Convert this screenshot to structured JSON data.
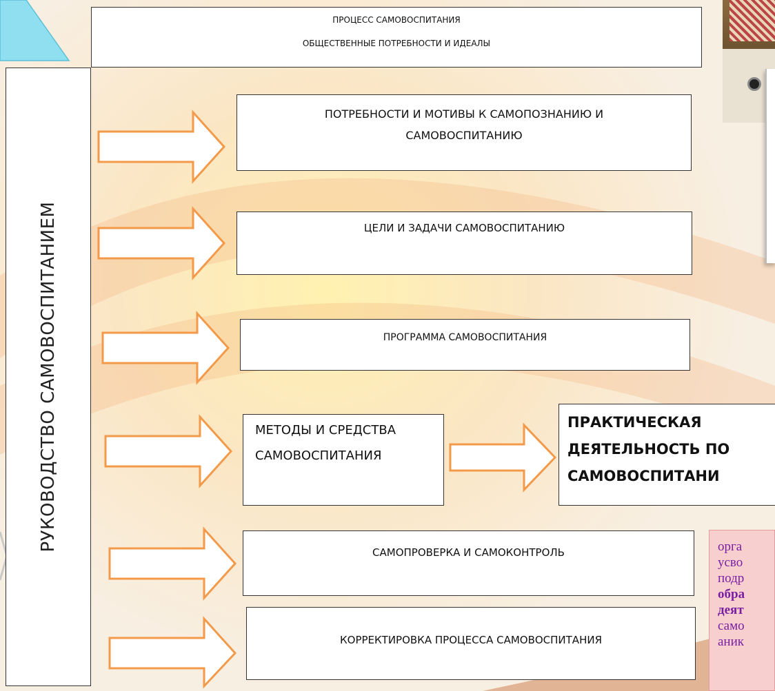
{
  "diagram": {
    "header": {
      "title": "ПРОЦЕСС САМОВОСПИТАНИЯ",
      "subtitle": "ОБЩЕСТВЕННЫЕ ПОТРЕБНОСТИ И ИДЕАЛЫ"
    },
    "side_label": "РУКОВОДСТВО  САМОВОСПИТАНИЕМ",
    "steps": [
      {
        "line1": "ПОТРЕБНОСТИ И МОТИВЫ К САМОПОЗНАНИЮ И",
        "line2": "САМОВОСПИТАНИЮ"
      },
      {
        "line1": "ЦЕЛИ И ЗАДАЧИ САМОВОСПИТАНИЮ"
      },
      {
        "line1": "ПРОГРАММА САМОВОСПИТАНИЯ"
      },
      {
        "line1": "МЕТОДЫ И СРЕДСТВА",
        "line2": "САМОВОСПИТАНИЯ"
      },
      {
        "line1": "САМОПРОВЕРКА И САМОКОНТРОЛЬ"
      },
      {
        "line1": "КОРРЕКТИРОВКА ПРОЦЕССА САМОВОСПИТАНИЯ"
      }
    ],
    "practice": {
      "line1": "ПРАКТИЧЕСКАЯ",
      "line2": "ДЕЯТЕЛЬНОСТЬ ПО",
      "line3": "САМОВОСПИТАНИ"
    }
  },
  "side_text": {
    "lines": [
      "орга",
      "усво",
      "подр",
      "обра",
      "деят",
      "само",
      "аник"
    ]
  },
  "colors": {
    "arrow_fill": "#ffffff",
    "arrow_stroke": "#f39a4a",
    "corner_accent": "#7fd6ec",
    "side_text": "#7a1fa2"
  }
}
